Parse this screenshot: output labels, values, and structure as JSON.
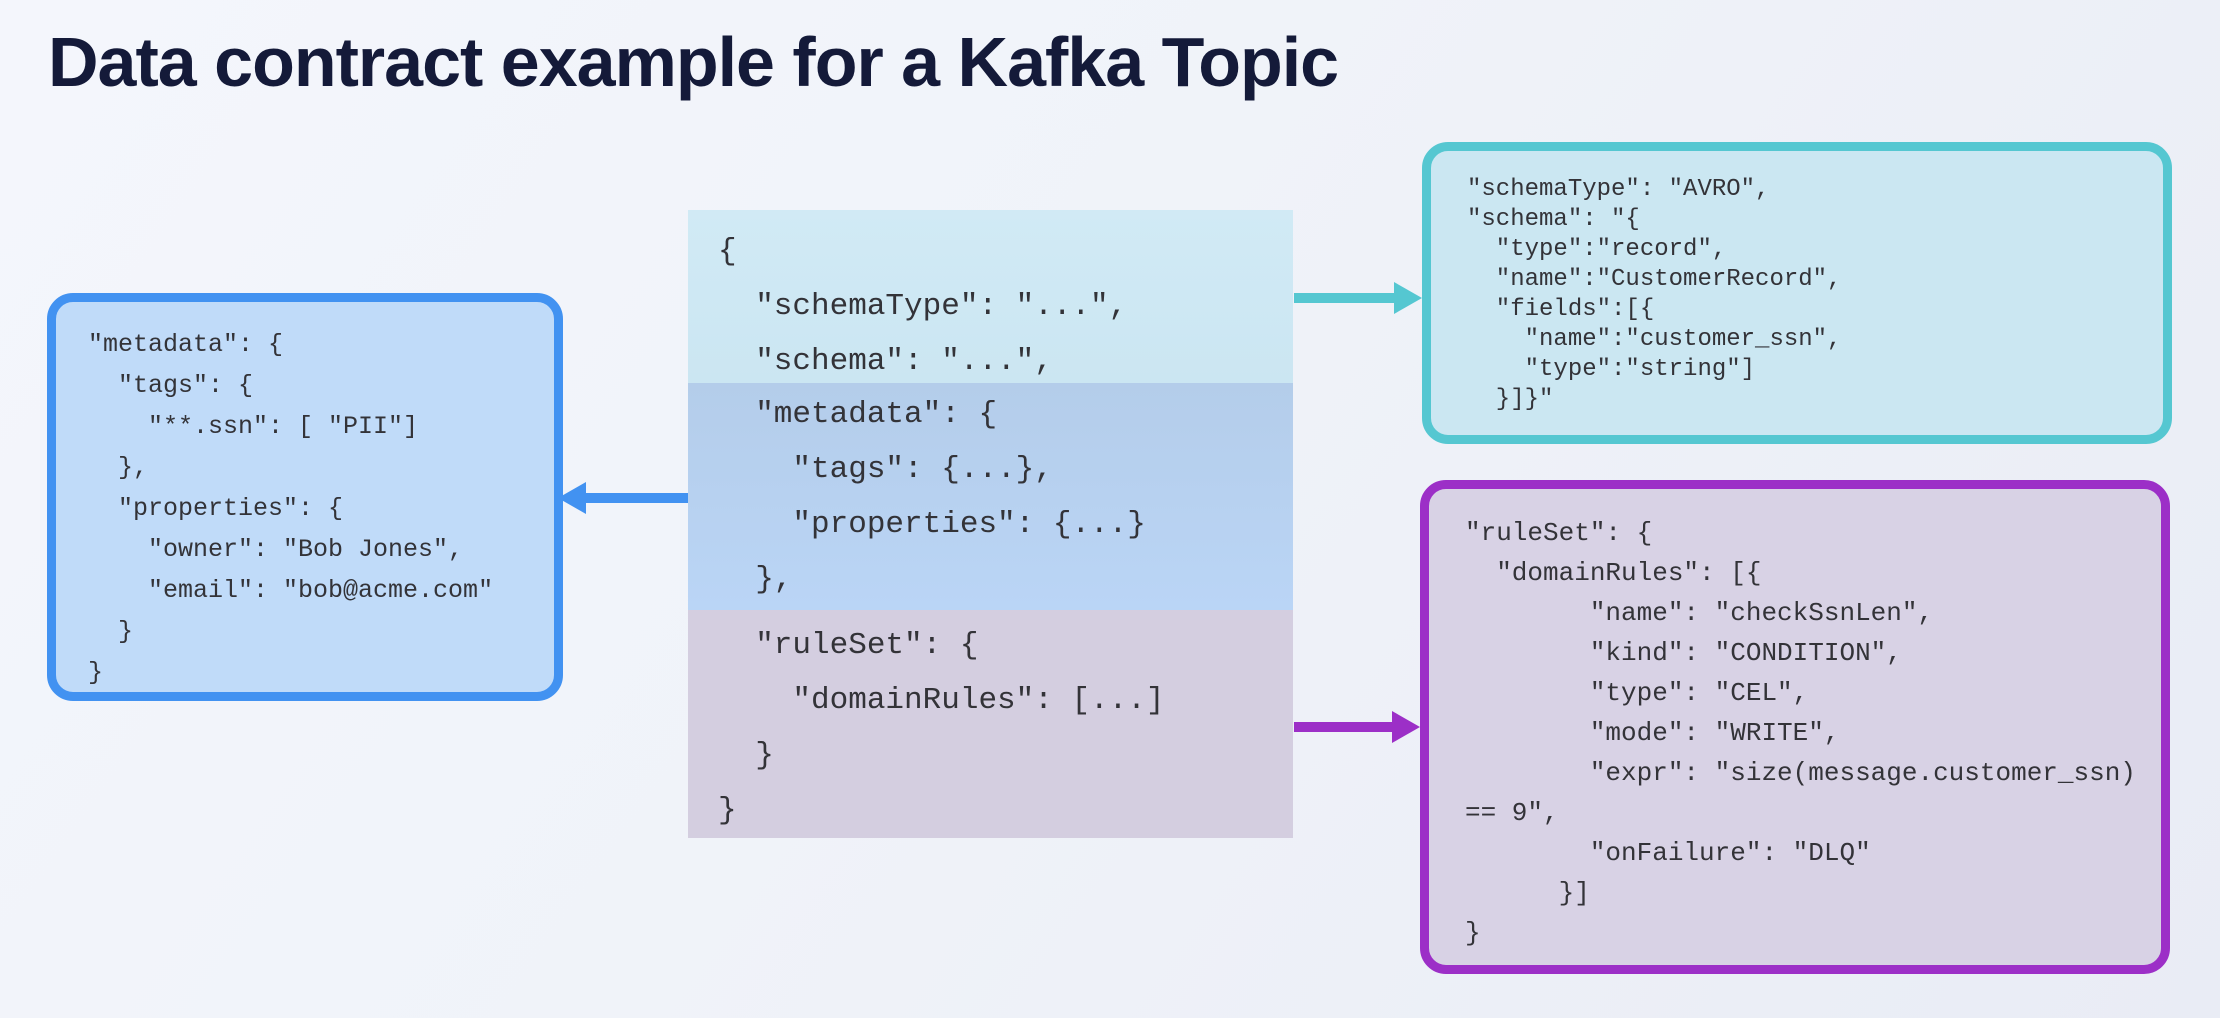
{
  "page": {
    "title": "Data contract example for a Kafka Topic"
  },
  "colors": {
    "background": "#f0f3f9",
    "title_text": "#141a39",
    "code_text": "#333338",
    "center_schema_section_bg": "#cde8f3",
    "center_metadata_section_bg": "#b7d1f0",
    "center_ruleset_section_bg": "#d4cee0",
    "metadata_accent": "#4292f1",
    "metadata_box_fill": "#c0dbf9",
    "schema_accent": "#55c7d1",
    "schema_box_fill": "#cbe7f2",
    "ruleset_accent": "#9c2fc7",
    "ruleset_box_fill": "#d8d2e5"
  },
  "center_block": {
    "schema_section": "{\n  \"schemaType\": \"...\",\n  \"schema\": \"...\",",
    "metadata_section": "  \"metadata\": {\n    \"tags\": {...},\n    \"properties\": {...}\n  },",
    "ruleset_section": "  \"ruleSet\": {\n    \"domainRules\": [...]\n  }\n}"
  },
  "metadata_box": {
    "code": "\"metadata\": {\n  \"tags\": {\n    \"**.ssn\": [ \"PII\"]\n  },\n  \"properties\": {\n    \"owner\": \"Bob Jones\",\n    \"email\": \"bob@acme.com\"\n  }\n}"
  },
  "schema_box": {
    "code": "\"schemaType\": \"AVRO\",\n\"schema\": \"{\n  \"type\":\"record\",\n  \"name\":\"CustomerRecord\",\n  \"fields\":[{\n    \"name\":\"customer_ssn\",\n    \"type\":\"string\"]\n  }]}\""
  },
  "ruleset_box": {
    "code": "\"ruleSet\": {\n  \"domainRules\": [{\n        \"name\": \"checkSsnLen\",\n        \"kind\": \"CONDITION\",\n        \"type\": \"CEL\",\n        \"mode\": \"WRITE\",\n        \"expr\": \"size(message.customer_ssn)\n== 9\",\n        \"onFailure\": \"DLQ\"\n      }]\n}"
  }
}
